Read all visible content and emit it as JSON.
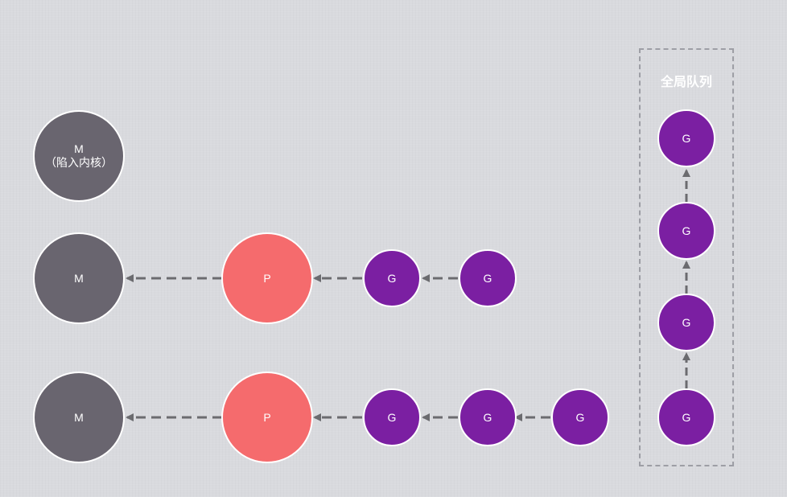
{
  "colors": {
    "background": "#d9dade",
    "m_node": "#69656f",
    "p_node": "#f56b6d",
    "g_node": "#7b1fa2",
    "arrow": "#6b6b6f",
    "node_border": "#ffffff"
  },
  "blocked_m": {
    "line1": "M",
    "line2": "（陷入内核）"
  },
  "row1": {
    "m_label": "M",
    "p_label": "P",
    "g_labels": [
      "G",
      "G"
    ]
  },
  "row2": {
    "m_label": "M",
    "p_label": "P",
    "g_labels": [
      "G",
      "G",
      "G"
    ]
  },
  "global_queue": {
    "title": "全局队列",
    "g_labels": [
      "G",
      "G",
      "G",
      "G"
    ]
  }
}
